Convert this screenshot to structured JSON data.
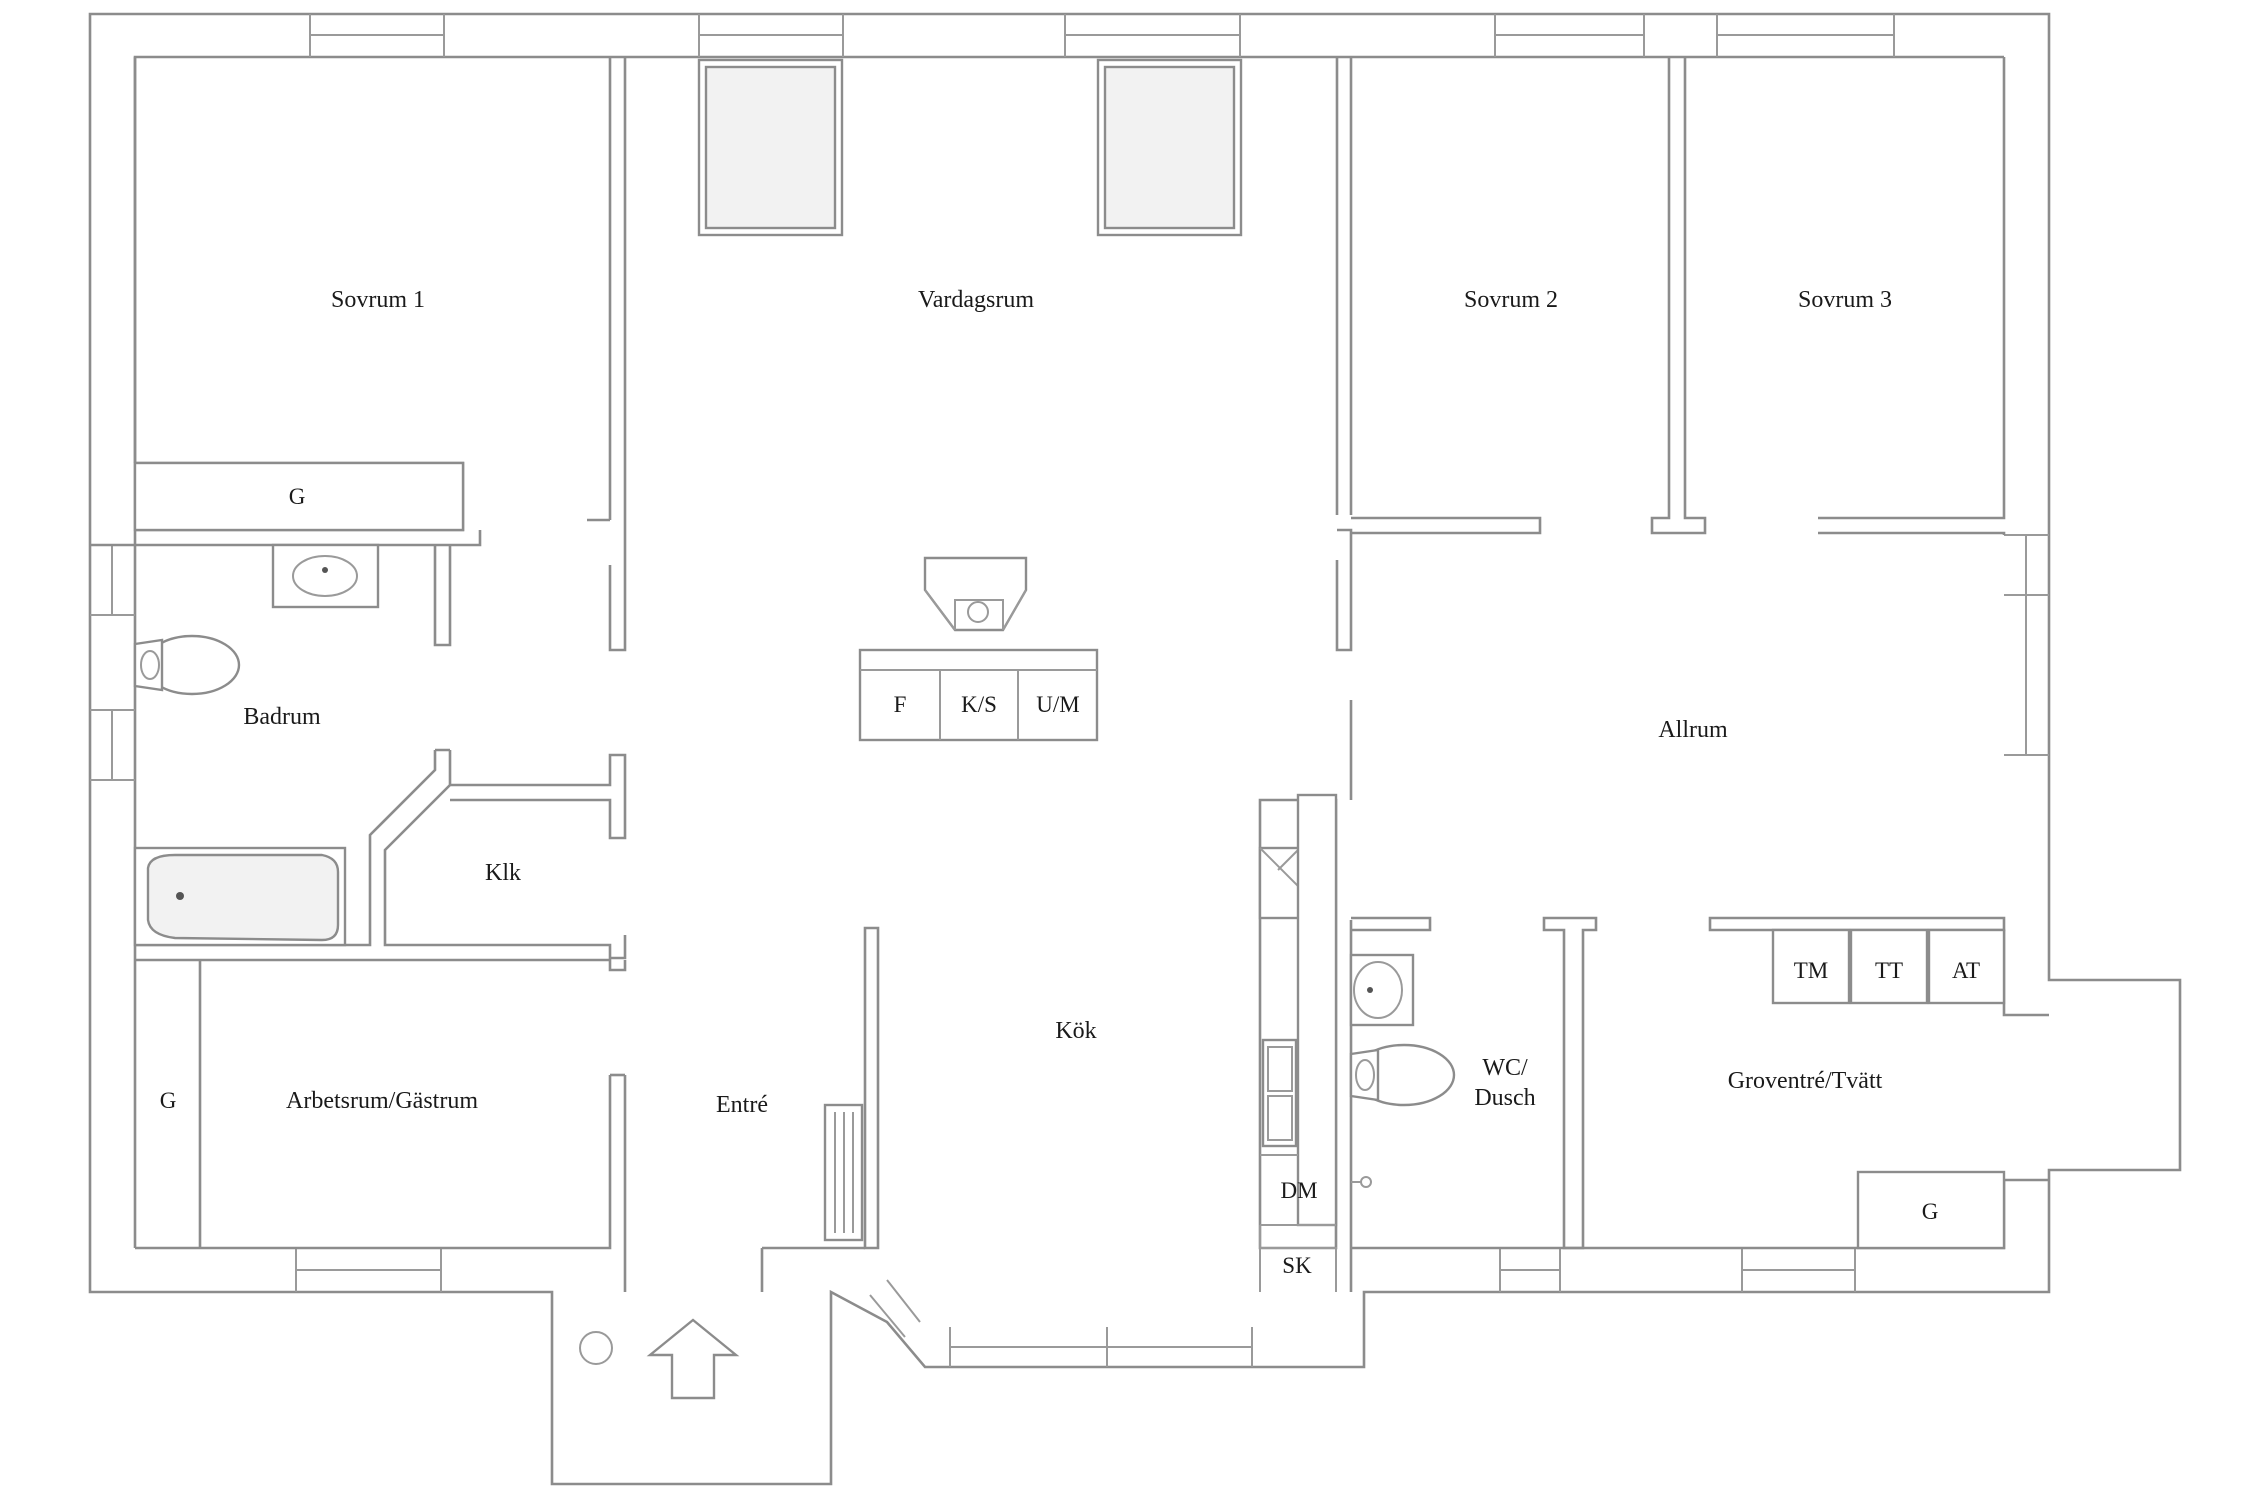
{
  "rooms": {
    "sovrum1": "Sovrum 1",
    "vardagsrum": "Vardagsrum",
    "sovrum2": "Sovrum 2",
    "sovrum3": "Sovrum 3",
    "badrum": "Badrum",
    "klk": "Klk",
    "allrum": "Allrum",
    "kok": "Kök",
    "arbetsrum": "Arbetsrum/Gästrum",
    "entre": "Entré",
    "wc_line1": "WC/",
    "wc_line2": "Dusch",
    "groventre": "Groventré/Tvätt"
  },
  "fixtures": {
    "g_sovrum1": "G",
    "g_arbetsrum": "G",
    "g_groventre": "G",
    "f": "F",
    "ks": "K/S",
    "um": "U/M",
    "tm": "TM",
    "tt": "TT",
    "at": "AT",
    "dm": "DM",
    "sk": "SK"
  },
  "icons": [
    "toilet-icon",
    "sink-icon",
    "bathtub-icon",
    "fireplace-icon",
    "stove-icon",
    "entrance-arrow-icon",
    "radiator-icon",
    "skylight-icon"
  ]
}
